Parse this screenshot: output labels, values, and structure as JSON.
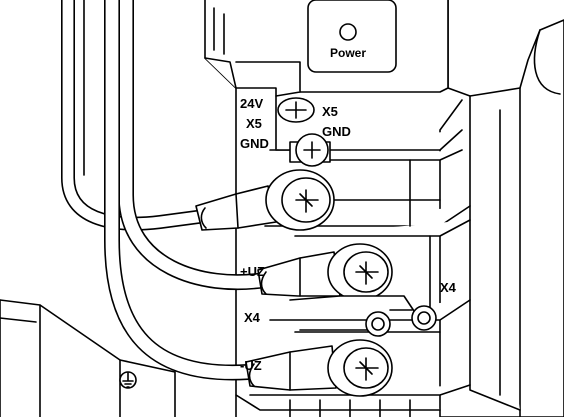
{
  "labels": {
    "power": "Power",
    "v24": "24V",
    "x5_left": "X5",
    "gnd_left": "GND",
    "x5_right": "X5",
    "gnd_right": "GND",
    "uz_plus": "+UZ",
    "x4_left": "X4",
    "uz_minus": "-UZ",
    "x4_right": "X4"
  },
  "icons": [
    "ground-symbol-icon",
    "screw-terminal-icon",
    "led-indicator-icon"
  ],
  "colors": {
    "line": "#000000",
    "fill": "#ffffff",
    "shade": "#e6e6e6"
  }
}
